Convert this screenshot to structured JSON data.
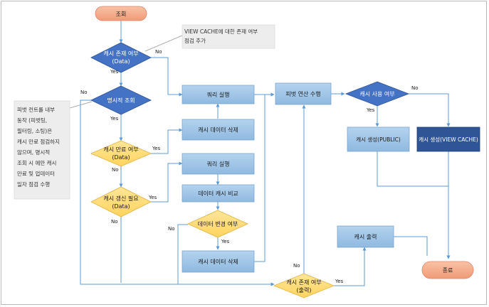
{
  "nodes": {
    "start": "조회",
    "cache_exists": [
      "캐시 존재 여부",
      "(Data)"
    ],
    "explicit_lookup": "명시적 조회",
    "cache_expiry": [
      "캐시 만료 여부",
      "(Data)"
    ],
    "cache_refresh": [
      "캐시 갱신 필요",
      "(Data)"
    ],
    "query_run_1": "쿼리 실행",
    "cache_data_delete_1": "캐시 데이터 삭제",
    "query_run_2": "쿼리 실행",
    "data_cache_compare": "데이터 캐시 비교",
    "data_changed": "데이터 변경 여부",
    "cache_data_delete_2": "캐시 데이터 삭제",
    "pivot_calc": "피벗 연산 수행",
    "cache_use": "캐시 사용 여부",
    "cache_create_public": "캐시 생성(PUBLIC)",
    "cache_create_view": "캐시 생성(VIEW CACHE)",
    "cache_output": "캐시 출력",
    "cache_exists_output": [
      "캐시 존재 여부",
      "(출력)"
    ],
    "end": "종료"
  },
  "edge_labels": {
    "yes": "Yes",
    "no": "No"
  },
  "notes": {
    "view_cache": [
      "VIEW CACHE에 대한 존재 여부",
      "점검 추가"
    ],
    "pivot_control": [
      "피벗 컨트롤 내부",
      "동작 (피벗팅,",
      "필터링, 소팅)은",
      "캐시 만료 점검하지",
      "않으며, 명시적",
      "조회 시 에만 캐시",
      "만료 및 업데이터",
      "일자 점검 수행"
    ]
  },
  "colors": {
    "process_fill": "#9dc3e6",
    "process_stroke": "#7ca6cc",
    "decision_blue": "#4472c4",
    "decision_yellow": "#ffd966",
    "terminator_fill": "#f4a582",
    "accent_dark": "#2f5597",
    "connector": "#5b9bd5",
    "note_fill": "#ededed"
  }
}
